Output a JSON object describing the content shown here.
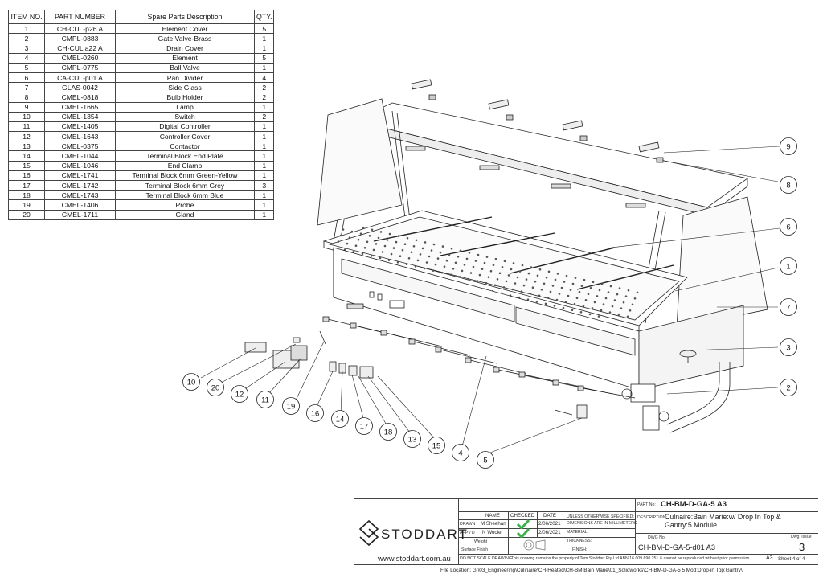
{
  "bom": {
    "headers": [
      "ITEM NO.",
      "PART NUMBER",
      "Spare Parts Description",
      "QTY."
    ],
    "rows": [
      [
        "1",
        "CH-CUL-p26 A",
        "Element Cover",
        "5"
      ],
      [
        "2",
        "CMPL-0883",
        "Gate Valve-Brass",
        "1"
      ],
      [
        "3",
        "CH-CUL a22 A",
        "Drain Cover",
        "1"
      ],
      [
        "4",
        "CMEL-0260",
        "Element",
        "5"
      ],
      [
        "5",
        "CMPL-0775",
        "Ball Valve",
        "1"
      ],
      [
        "6",
        "CA-CUL-p01 A",
        "Pan Divider",
        "4"
      ],
      [
        "7",
        "GLAS-0042",
        "Side Glass",
        "2"
      ],
      [
        "8",
        "CMEL-0818",
        "Bulb Holder",
        "2"
      ],
      [
        "9",
        "CMEL-1665",
        "Lamp",
        "1"
      ],
      [
        "10",
        "CMEL-1354",
        "Switch",
        "2"
      ],
      [
        "11",
        "CMEL-1405",
        "Digital Controller",
        "1"
      ],
      [
        "12",
        "CMEL-1643",
        "Controller Cover",
        "1"
      ],
      [
        "13",
        "CMEL-0375",
        "Contactor",
        "1"
      ],
      [
        "14",
        "CMEL-1044",
        "Terminal Block End Plate",
        "1"
      ],
      [
        "15",
        "CMEL-1046",
        "End Clamp",
        "1"
      ],
      [
        "16",
        "CMEL-1741",
        "Terminal Block 6mm Green-Yellow",
        "1"
      ],
      [
        "17",
        "CMEL-1742",
        "Terminal Block 6mm Grey",
        "3"
      ],
      [
        "18",
        "CMEL-1743",
        "Terminal Block 6mm Blue",
        "1"
      ],
      [
        "19",
        "CMEL-1406",
        "Probe",
        "1"
      ],
      [
        "20",
        "CMEL-1711",
        "Gland",
        "1"
      ]
    ]
  },
  "balloons": [
    "9",
    "8",
    "6",
    "1",
    "7",
    "3",
    "2",
    "10",
    "20",
    "12",
    "11",
    "19",
    "16",
    "14",
    "17",
    "18",
    "13",
    "15",
    "4",
    "5"
  ],
  "title_block": {
    "company": "STODDART",
    "website": "www.stoddart.com.au",
    "part_no_label": "PART No:",
    "part_no": "CH-BM-D-GA-5 A3",
    "col_name": "NAME",
    "col_checked": "CHECKED",
    "col_date": "DATE",
    "drawn_label": "DRAWN",
    "drawn_name": "M Sheehan",
    "drawn_date": "2/06/2021",
    "apprvd_label": "APPV'D",
    "apprvd_name": "N Wooler",
    "apprvd_date": "2/06/2021",
    "unless": "UNLESS OTHERWISE SPECIFIED:",
    "dimensions": "DIMENSIONS ARE IN MILLIMETERS",
    "material": "MATERIAL:",
    "thickness": "THICKNESS:",
    "finish": "FINISH:",
    "weight": "Weight",
    "surface": "Surface Finish",
    "desc_label": "DESCRIPTION:",
    "description": "Culnaire:Bain Marie:w/ Drop In Top & Gantry:5 Module",
    "dwg_label": "DWG No:",
    "dwg_no": "CH-BM-D-GA-5-d01 A3",
    "dwg_issue_label": "Dwg. Issue",
    "issue": "3",
    "do_not_scale": "DO NOT SCALE DRAWING",
    "property": "This drawing remains the property of Tom Stoddart Pty Ltd ABN 16 009 690 251 & cannot be reproduced without prior permission.",
    "size": "A3",
    "sheet": "Sheet 4 of 4",
    "file_location": "File Location: G:\\03_Engineering\\Culinaire\\CH-Heated\\CH-BM Bain Marie\\01_Solidworks\\CH-BM-D-GA-5 5 Mod:Drop-in Top:Gantry\\"
  }
}
